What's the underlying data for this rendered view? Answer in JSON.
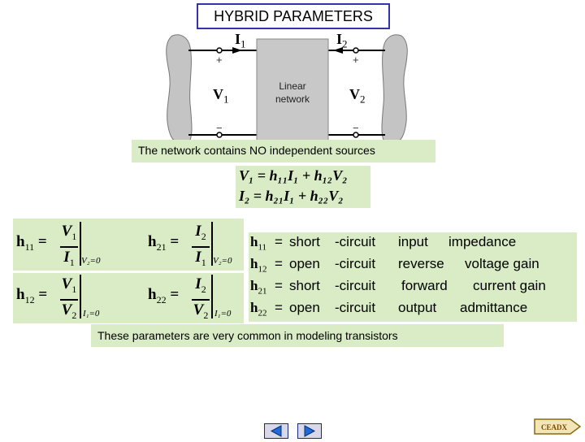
{
  "title": "HYBRID PARAMETERS",
  "circuit": {
    "i1_label": "I",
    "i1_sub": "1",
    "i2_label": "I",
    "i2_sub": "2",
    "v1_label": "V",
    "v1_sub": "1",
    "v2_label": "V",
    "v2_sub": "2",
    "plus": "+",
    "minus": "−",
    "box_line1": "Linear",
    "box_line2": "network"
  },
  "note_independent": "The network contains NO independent sources",
  "equations": {
    "eq1": "V₁ = h₁₁I₁ + h₁₂V₂",
    "eq2": "I₂ = h₂₁I₁ + h₂₂V₂"
  },
  "definitions": {
    "h11": {
      "sym": "h",
      "sub": "11",
      "num": "V",
      "num_sub": "1",
      "den": "I",
      "den_sub": "1",
      "cond": "V₂=0"
    },
    "h21": {
      "sym": "h",
      "sub": "21",
      "num": "I",
      "num_sub": "2",
      "den": "I",
      "den_sub": "1",
      "cond": "V₂=0"
    },
    "h12": {
      "sym": "h",
      "sub": "12",
      "num": "V",
      "num_sub": "1",
      "den": "V",
      "den_sub": "2",
      "cond": "I₁=0"
    },
    "h22": {
      "sym": "h",
      "sub": "22",
      "num": "I",
      "num_sub": "2",
      "den": "V",
      "den_sub": "2",
      "cond": "I₁=0"
    },
    "equals": "="
  },
  "param_table": [
    {
      "sym": "h",
      "sub": "11",
      "eq": "=",
      "a": "short",
      "b": "-circuit",
      "c": "input",
      "d": "impedance"
    },
    {
      "sym": "h",
      "sub": "12",
      "eq": "=",
      "a": "open",
      "b": "-circuit",
      "c": "reverse",
      "d": "voltage  gain"
    },
    {
      "sym": "h",
      "sub": "21",
      "eq": "=",
      "a": "short",
      "b": "-circuit",
      "c": "forward",
      "d": "current  gain"
    },
    {
      "sym": "h",
      "sub": "22",
      "eq": "=",
      "a": "open",
      "b": "-circuit",
      "c": "output",
      "d": "admittance"
    }
  ],
  "note_transistors": "These parameters are very common in modeling transistors",
  "nav": {
    "brand": "CEADX"
  },
  "colors": {
    "highlight": "#d9ecc6",
    "nav_border": "#1a2a7a",
    "nav_arrow": "#1e6bd6",
    "title_border": "#3333aa"
  }
}
